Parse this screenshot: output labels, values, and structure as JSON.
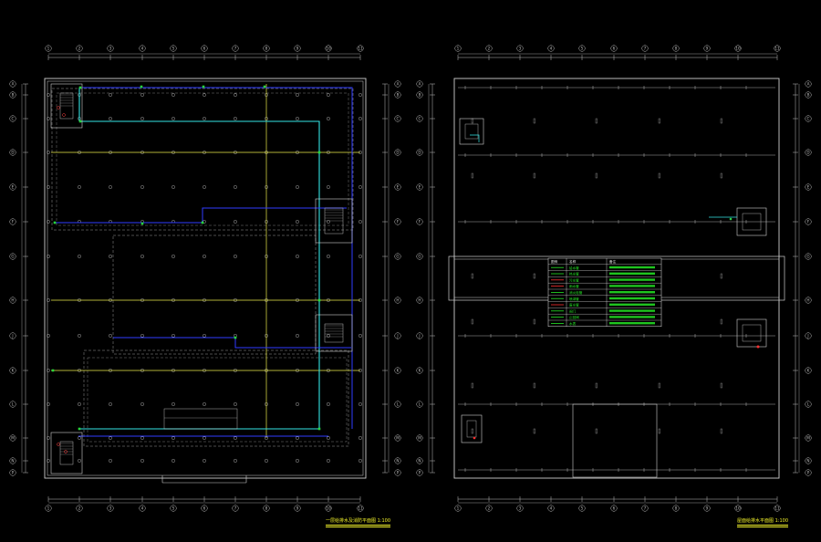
{
  "colors": {
    "background": "#000000",
    "wall": "#cfcfcf",
    "axis": "#bdbdbd",
    "pipe_yellow": "#eaea4c",
    "pipe_cyan": "#33e3e3",
    "pipe_blue": "#2f3bff",
    "legend_green": "#25e825",
    "legend_red": "#ff3030",
    "title": "#f3f32a"
  },
  "left_plan": {
    "column_axis_labels": [
      "1",
      "2",
      "3",
      "4",
      "5",
      "6",
      "7",
      "8",
      "9",
      "10",
      "11"
    ],
    "row_axis_labels": [
      "A",
      "B",
      "C",
      "D",
      "E",
      "F",
      "G",
      "H",
      "J",
      "K",
      "L",
      "M",
      "N",
      "P"
    ],
    "title": "一层给排水及消防平面图 1:100"
  },
  "right_plan": {
    "column_axis_labels": [
      "1",
      "2",
      "3",
      "4",
      "5",
      "6",
      "7",
      "8",
      "9",
      "10",
      "11"
    ],
    "row_axis_labels": [
      "A",
      "B",
      "C",
      "D",
      "E",
      "F",
      "G",
      "H",
      "J",
      "K",
      "L",
      "M",
      "N",
      "P"
    ],
    "title": "屋面给排水平面图 1:100"
  },
  "legend": {
    "header": [
      "图例",
      "名称",
      "备注"
    ],
    "rows": [
      {
        "symbol": "green-line",
        "name": "给水管",
        "note": ""
      },
      {
        "symbol": "green-line",
        "name": "热水管",
        "note": ""
      },
      {
        "symbol": "red-line",
        "name": "污水管",
        "note": ""
      },
      {
        "symbol": "red-line",
        "name": "雨水管",
        "note": ""
      },
      {
        "symbol": "green-line",
        "name": "消火栓管",
        "note": ""
      },
      {
        "symbol": "green-line",
        "name": "喷淋管",
        "note": ""
      },
      {
        "symbol": "red-line",
        "name": "废水管",
        "note": ""
      },
      {
        "symbol": "green-line",
        "name": "阀门",
        "note": ""
      },
      {
        "symbol": "green-line",
        "name": "止回阀",
        "note": ""
      },
      {
        "symbol": "green-line",
        "name": "水表",
        "note": ""
      }
    ]
  }
}
